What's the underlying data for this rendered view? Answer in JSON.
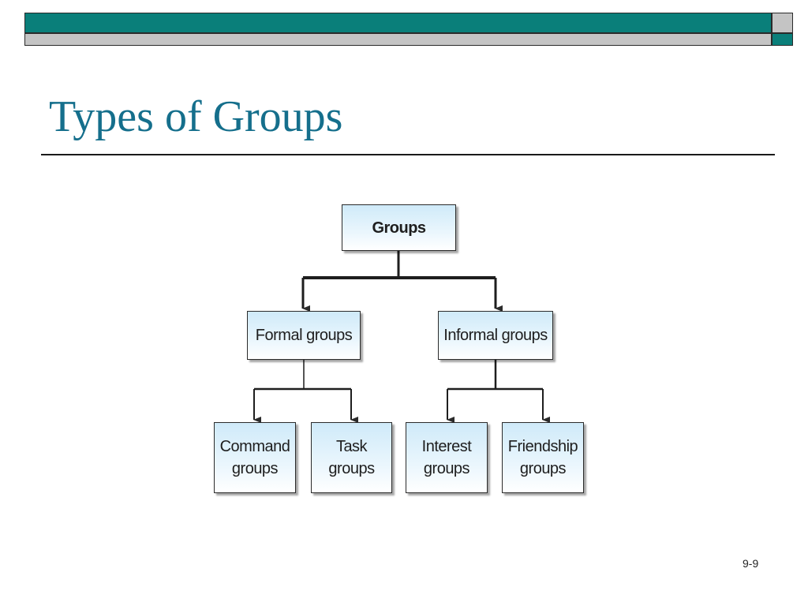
{
  "slide": {
    "title": "Types of Groups",
    "page_number": "9-9"
  },
  "diagram": {
    "root": "Groups",
    "formal": "Formal groups",
    "informal": "Informal groups",
    "command": {
      "line1": "Command",
      "line2": "groups"
    },
    "task": {
      "line1": "Task",
      "line2": "groups"
    },
    "interest": {
      "line1": "Interest",
      "line2": "groups"
    },
    "friendship": {
      "line1": "Friendship",
      "line2": "groups"
    }
  },
  "colors": {
    "header_teal": "#0a7f7a",
    "header_gray": "#c4c4c4",
    "title_blue": "#156f8c",
    "node_fill_top": "#cfeaf9"
  }
}
